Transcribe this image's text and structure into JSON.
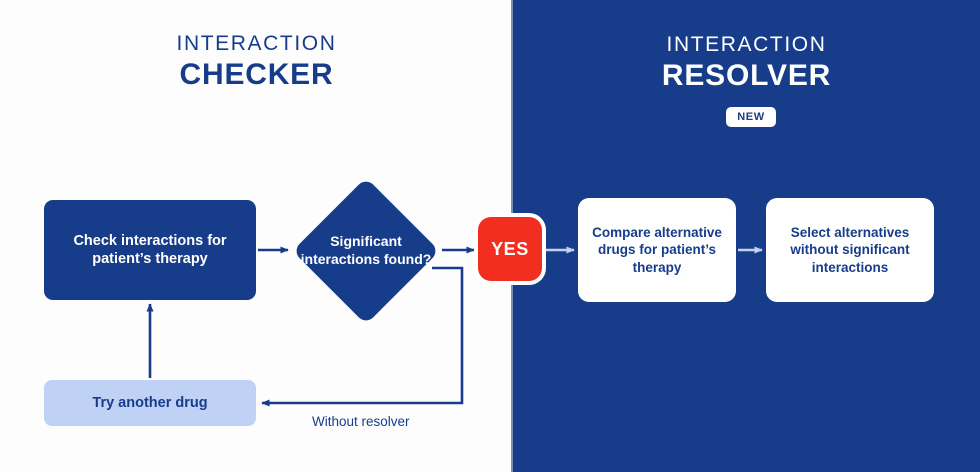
{
  "panels": {
    "left": {
      "name": "interaction-checker",
      "bg": "#FDFDFD",
      "kicker": "INTERACTION",
      "title": "CHECKER",
      "text_color": "#173D8A"
    },
    "right": {
      "name": "interaction-resolver",
      "bg": "#173D8A",
      "kicker": "INTERACTION",
      "title": "RESOLVER",
      "text_color": "#FFFFFF",
      "badge": "NEW"
    }
  },
  "nodes": {
    "check": "Check interactions for patient’s therapy",
    "decision": "Significant interactions found?",
    "yes": "YES",
    "compare": "Compare alternative drugs for patient’s therapy",
    "select": "Select alternatives without significant interactions",
    "try_again": "Try another drug"
  },
  "labels": {
    "without_resolver": "Without resolver"
  },
  "colors": {
    "brand_blue": "#173D8A",
    "accent_red": "#F22E21",
    "light_blue_box": "#BFD2F5",
    "arrow_light": "#C3D2EC",
    "white": "#FFFFFF"
  },
  "chart_data": {
    "type": "diagram",
    "title": "Interaction Checker vs Interaction Resolver flow",
    "flow": [
      {
        "id": "check",
        "shape": "rounded-rect",
        "label": "Check interactions for patient’s therapy",
        "panel": "left"
      },
      {
        "id": "decision",
        "shape": "diamond",
        "label": "Significant interactions found?",
        "panel": "left"
      },
      {
        "id": "yes",
        "shape": "rounded-square",
        "label": "YES",
        "panel": "boundary"
      },
      {
        "id": "compare",
        "shape": "rounded-rect",
        "label": "Compare alternative drugs for patient’s therapy",
        "panel": "right"
      },
      {
        "id": "select",
        "shape": "rounded-rect",
        "label": "Select alternatives without significant interactions",
        "panel": "right"
      },
      {
        "id": "try_again",
        "shape": "rounded-rect",
        "label": "Try another drug",
        "panel": "left"
      }
    ],
    "edges": [
      {
        "from": "check",
        "to": "decision",
        "label": ""
      },
      {
        "from": "decision",
        "to": "yes",
        "label": ""
      },
      {
        "from": "yes",
        "to": "compare",
        "label": ""
      },
      {
        "from": "compare",
        "to": "select",
        "label": ""
      },
      {
        "from": "decision",
        "to": "try_again",
        "label": "Without resolver"
      },
      {
        "from": "try_again",
        "to": "check",
        "label": ""
      }
    ]
  }
}
